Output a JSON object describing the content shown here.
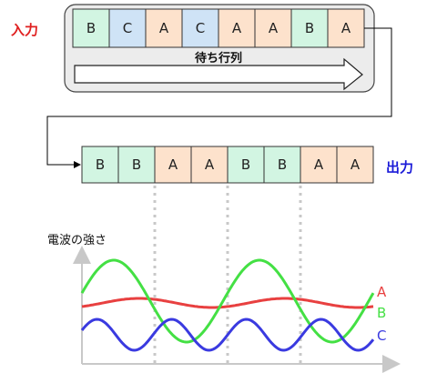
{
  "labels": {
    "input": "入力",
    "output": "出力",
    "queue": "待ち行列",
    "wave_axis": "電波の強さ"
  },
  "input_cells": [
    "B",
    "C",
    "A",
    "C",
    "A",
    "A",
    "B",
    "A"
  ],
  "output_cells": [
    "B",
    "B",
    "A",
    "A",
    "B",
    "B",
    "A",
    "A"
  ],
  "series": [
    {
      "name": "A",
      "color": "#e84040"
    },
    {
      "name": "B",
      "color": "#44e044"
    },
    {
      "name": "C",
      "color": "#3a3ae0"
    }
  ],
  "colors": {
    "A": "#fde2cc",
    "B": "#d2f5e2",
    "C": "#cfe3f6",
    "input_label": "#e02020",
    "output_label": "#1a1ad8",
    "axis": "#c8c8c8"
  }
}
